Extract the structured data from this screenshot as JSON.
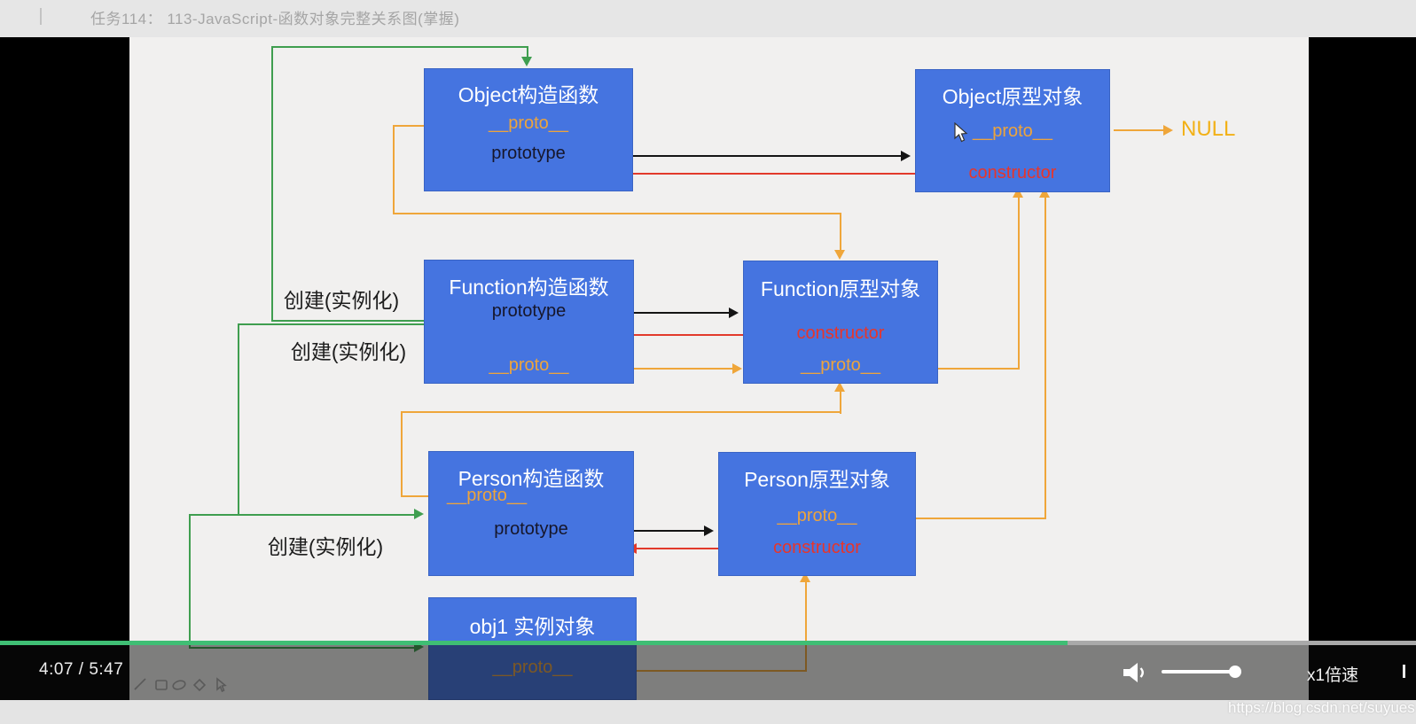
{
  "header": {
    "title": "任务114： 113-JavaScript-函数对象完整关系图(掌握)"
  },
  "diagram": {
    "object_ctor": {
      "title": "Object构造函数",
      "proto": "__proto__",
      "prototype": "prototype"
    },
    "object_proto": {
      "title": "Object原型对象",
      "proto": "__proto__",
      "ctor": "constructor"
    },
    "func_ctor": {
      "title": "Function构造函数",
      "prototype": "prototype",
      "proto": "__proto__"
    },
    "func_proto": {
      "title": "Function原型对象",
      "ctor": "constructor",
      "proto": "__proto__"
    },
    "person_ctor": {
      "title": "Person构造函数",
      "proto": "__proto__",
      "prototype": "prototype"
    },
    "person_proto": {
      "title": "Person原型对象",
      "proto": "__proto__",
      "ctor": "constructor"
    },
    "obj1": {
      "title": "obj1 实例对象",
      "proto": "__proto__"
    },
    "labels": {
      "create1": "创建(实例化)",
      "create2": "创建(实例化)",
      "create3": "创建(实例化)",
      "null_label": "NULL"
    },
    "colors": {
      "box_blue": "#4574e0",
      "orange": "#efa63a",
      "red": "#e23a2b",
      "green": "#3f9e4f"
    }
  },
  "player": {
    "time": "4:07 / 5:47",
    "speed": "x1倍速",
    "watermark": "https://blog.csdn.net/suyues",
    "progress_percent": 75.4,
    "progress_color": "#3fbe74"
  }
}
